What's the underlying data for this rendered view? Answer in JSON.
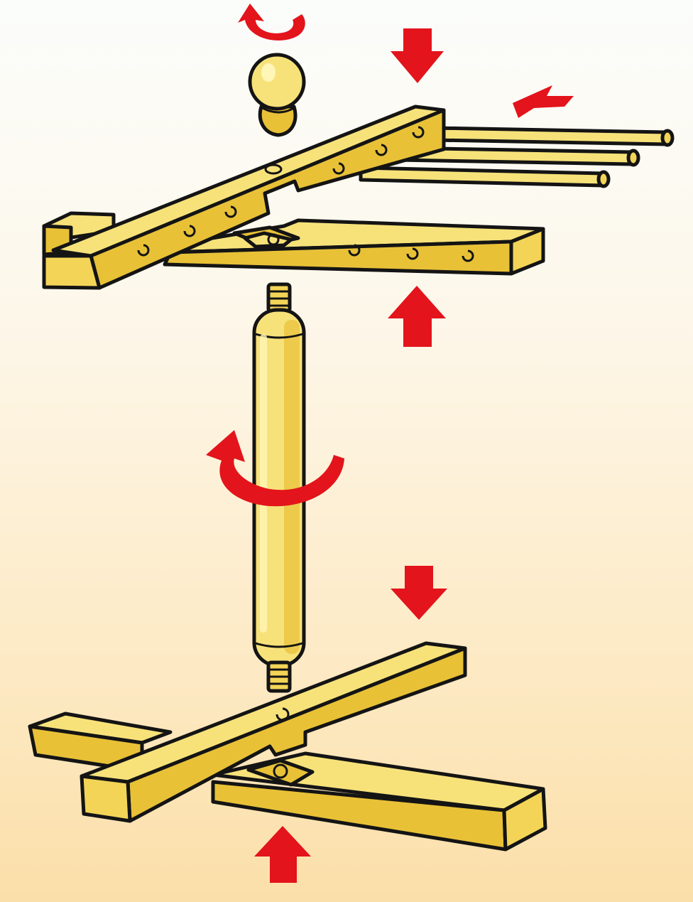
{
  "illustration": {
    "subject": "pasta-drying-rack-assembly",
    "colors": {
      "wood_light": "#f7e27a",
      "wood_mid": "#f3d457",
      "wood_dark": "#e8c137",
      "outline": "#141414",
      "arrow": "#e3141b",
      "background_top": "#fbfdfb",
      "background_bottom": "#fbdfa9"
    },
    "parts": [
      "knob",
      "top-cross-arms",
      "drying-dowels",
      "central-post",
      "base-cross-feet"
    ],
    "arrows": [
      "rotate-knob",
      "down-onto-top",
      "insert-dowels",
      "up-into-top",
      "rotate-post",
      "down-onto-base",
      "up-into-base"
    ]
  }
}
